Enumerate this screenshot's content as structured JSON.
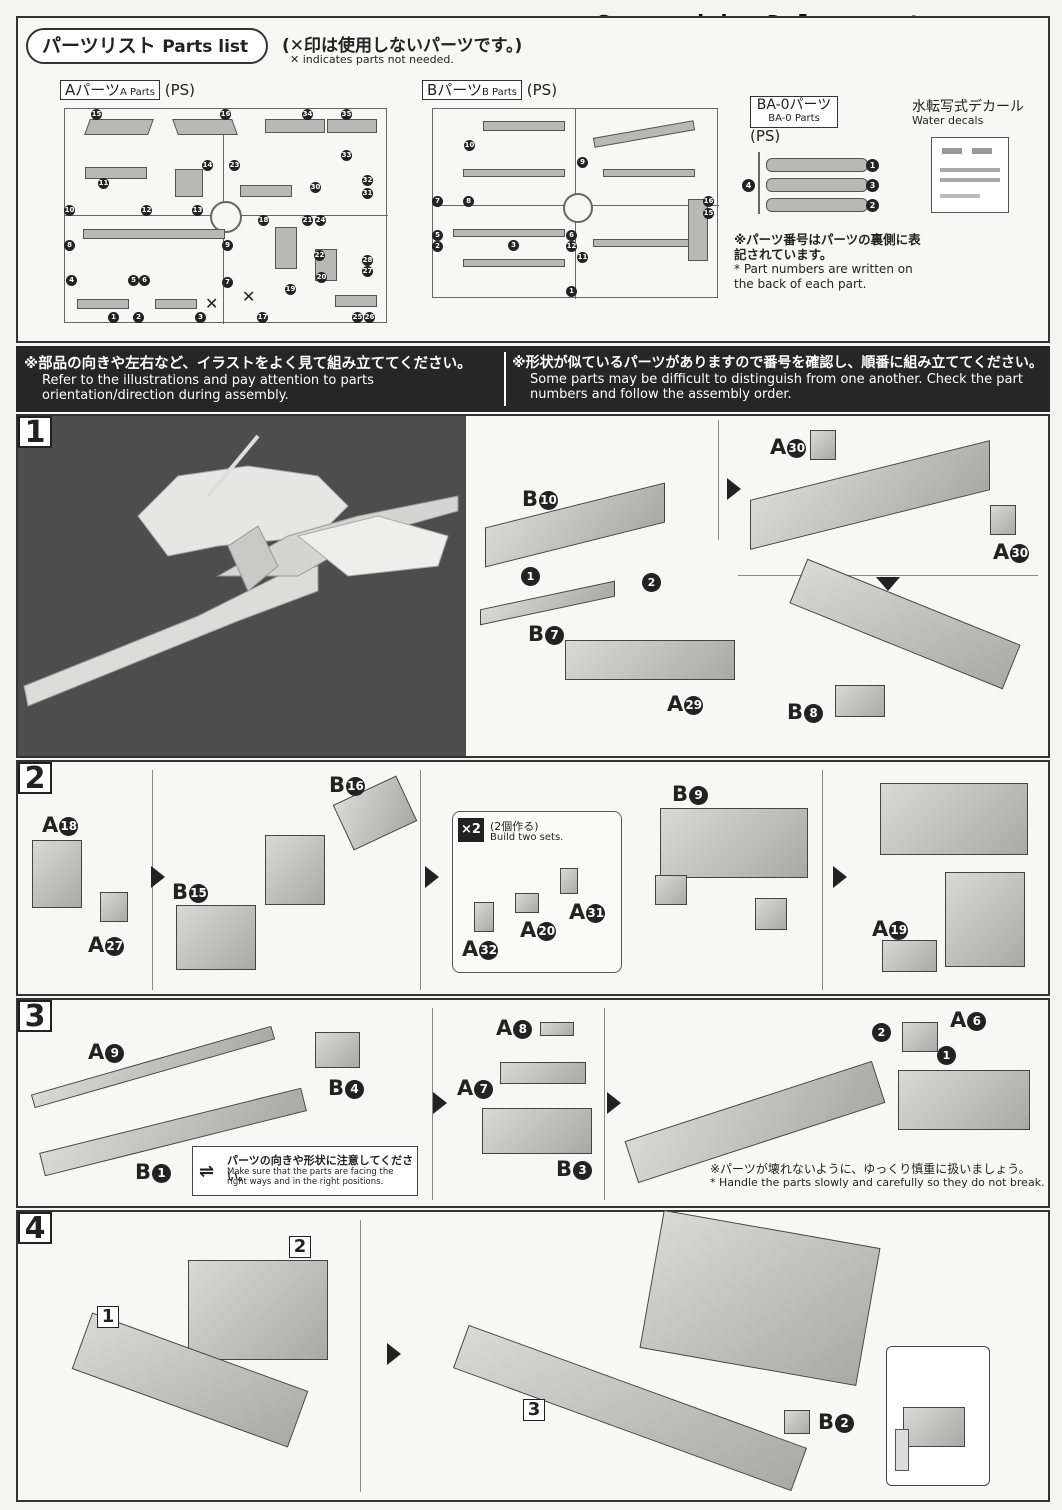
{
  "watermark": "Scanned by Dalong.net",
  "parts_list": {
    "title_jp": "パーツリスト",
    "title_en": "Parts list",
    "note_jp": "(✕印は使用しないパーツです。)",
    "note_en": "✕ indicates parts not needed.",
    "runner_a": {
      "label_jp": "Aパーツ",
      "label_en": "A Parts",
      "material": "(PS)",
      "numbers": [
        "15",
        "16",
        "34",
        "35",
        "33",
        "14",
        "23",
        "11",
        "30",
        "32",
        "31",
        "10",
        "12",
        "13",
        "18",
        "21",
        "24",
        "8",
        "9",
        "22",
        "28",
        "27",
        "4",
        "5",
        "6",
        "7",
        "20",
        "19",
        "1",
        "2",
        "3",
        "17",
        "25",
        "26"
      ]
    },
    "runner_b": {
      "label_jp": "Bパーツ",
      "label_en": "B Parts",
      "material": "(PS)",
      "numbers": [
        "10",
        "9",
        "7",
        "8",
        "16",
        "15",
        "5",
        "2",
        "3",
        "6",
        "11",
        "1",
        "12"
      ]
    },
    "runner_ba0": {
      "label_jp": "BA-0パーツ",
      "label_en": "BA-0 Parts",
      "material": "(PS)",
      "numbers": [
        "1",
        "3",
        "2",
        "4"
      ],
      "note_jp": "※パーツ番号はパーツの裏側に表記されています。",
      "note_en": "* Part numbers are written on the back of each part."
    },
    "decal": {
      "label_jp": "水転写式デカール",
      "label_en": "Water decals"
    }
  },
  "warnings": {
    "left_jp": "※部品の向きや左右など、イラストをよく見て組み立ててください。",
    "left_en": "Refer to the illustrations and pay attention to parts orientation/direction during assembly.",
    "right_jp": "※形状が似ているパーツがありますので番号を確認し、順番に組み立ててください。",
    "right_en": "Some parts may be difficult to distinguish from one another. Check the part numbers and follow the assembly order."
  },
  "steps": {
    "s1": {
      "num": "1",
      "labels": {
        "b10": "B",
        "b10n": "10",
        "b7": "B",
        "b7n": "7",
        "a29": "A",
        "a29n": "29",
        "a30a": "A",
        "a30an": "30",
        "a30b": "A",
        "a30bn": "30",
        "b8": "B",
        "b8n": "8",
        "o1": "1",
        "o2": "2"
      }
    },
    "s2": {
      "num": "2",
      "labels": {
        "a18": "A",
        "a18n": "18",
        "a27": "A",
        "a27n": "27",
        "b16": "B",
        "b16n": "16",
        "b15": "B",
        "b15n": "15",
        "b9": "B",
        "b9n": "9",
        "a31": "A",
        "a31n": "31",
        "a20": "A",
        "a20n": "20",
        "a32": "A",
        "a32n": "32",
        "a19": "A",
        "a19n": "19"
      },
      "x2": "×2",
      "x2_jp": "(2個作る)",
      "x2_en": "Build two sets."
    },
    "s3": {
      "num": "3",
      "labels": {
        "a9": "A",
        "a9n": "9",
        "b4": "B",
        "b4n": "4",
        "b1": "B",
        "b1n": "1",
        "a8": "A",
        "a8n": "8",
        "a7": "A",
        "a7n": "7",
        "b3": "B",
        "b3n": "3",
        "a6": "A",
        "a6n": "6",
        "o1": "1",
        "o2": "2"
      },
      "caution_jp": "パーツの向きや形状に注意してください。",
      "caution_en": "Make sure that the parts are facing the right ways and in the right positions.",
      "handle_jp": "※パーツが壊れないように、ゆっくり慎重に扱いましょう。",
      "handle_en": "* Handle the parts slowly and carefully so they do not break."
    },
    "s4": {
      "num": "4",
      "labels": {
        "sq1": "1",
        "sq2": "2",
        "sq3": "3",
        "b2": "B",
        "b2n": "2"
      }
    }
  }
}
